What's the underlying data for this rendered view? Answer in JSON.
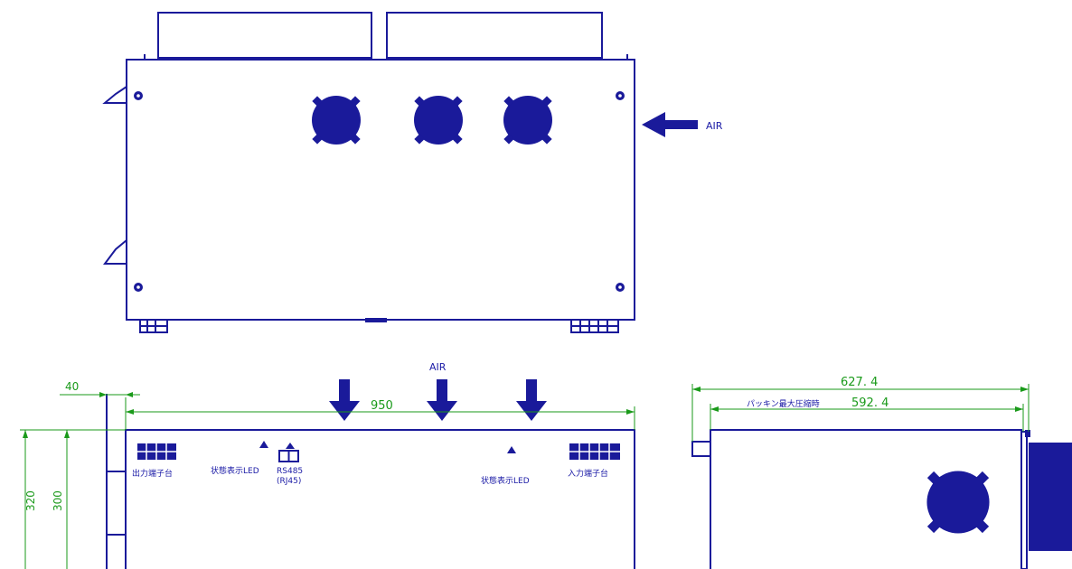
{
  "colors": {
    "outline": "#1a1a9a",
    "dimension": "#1a9a1a",
    "background": "#ffffff"
  },
  "top_view": {
    "air_label": "AIR"
  },
  "front_view": {
    "air_label": "AIR",
    "dim_width": "950",
    "dim_offset": "40",
    "dim_height_outer": "320",
    "dim_height_inner": "300",
    "terminal_out_label": "出力端子台",
    "status_led_left_label": "状態表示LED",
    "rs485_label": "RS485",
    "rs485_sub_label": "(RJ45)",
    "status_led_right_label": "状態表示LED",
    "terminal_in_label": "入力端子台"
  },
  "side_view": {
    "dim_depth": "627. 4",
    "dim_packing_label": "パッキン最大圧縮時",
    "dim_packing": "592. 4"
  }
}
